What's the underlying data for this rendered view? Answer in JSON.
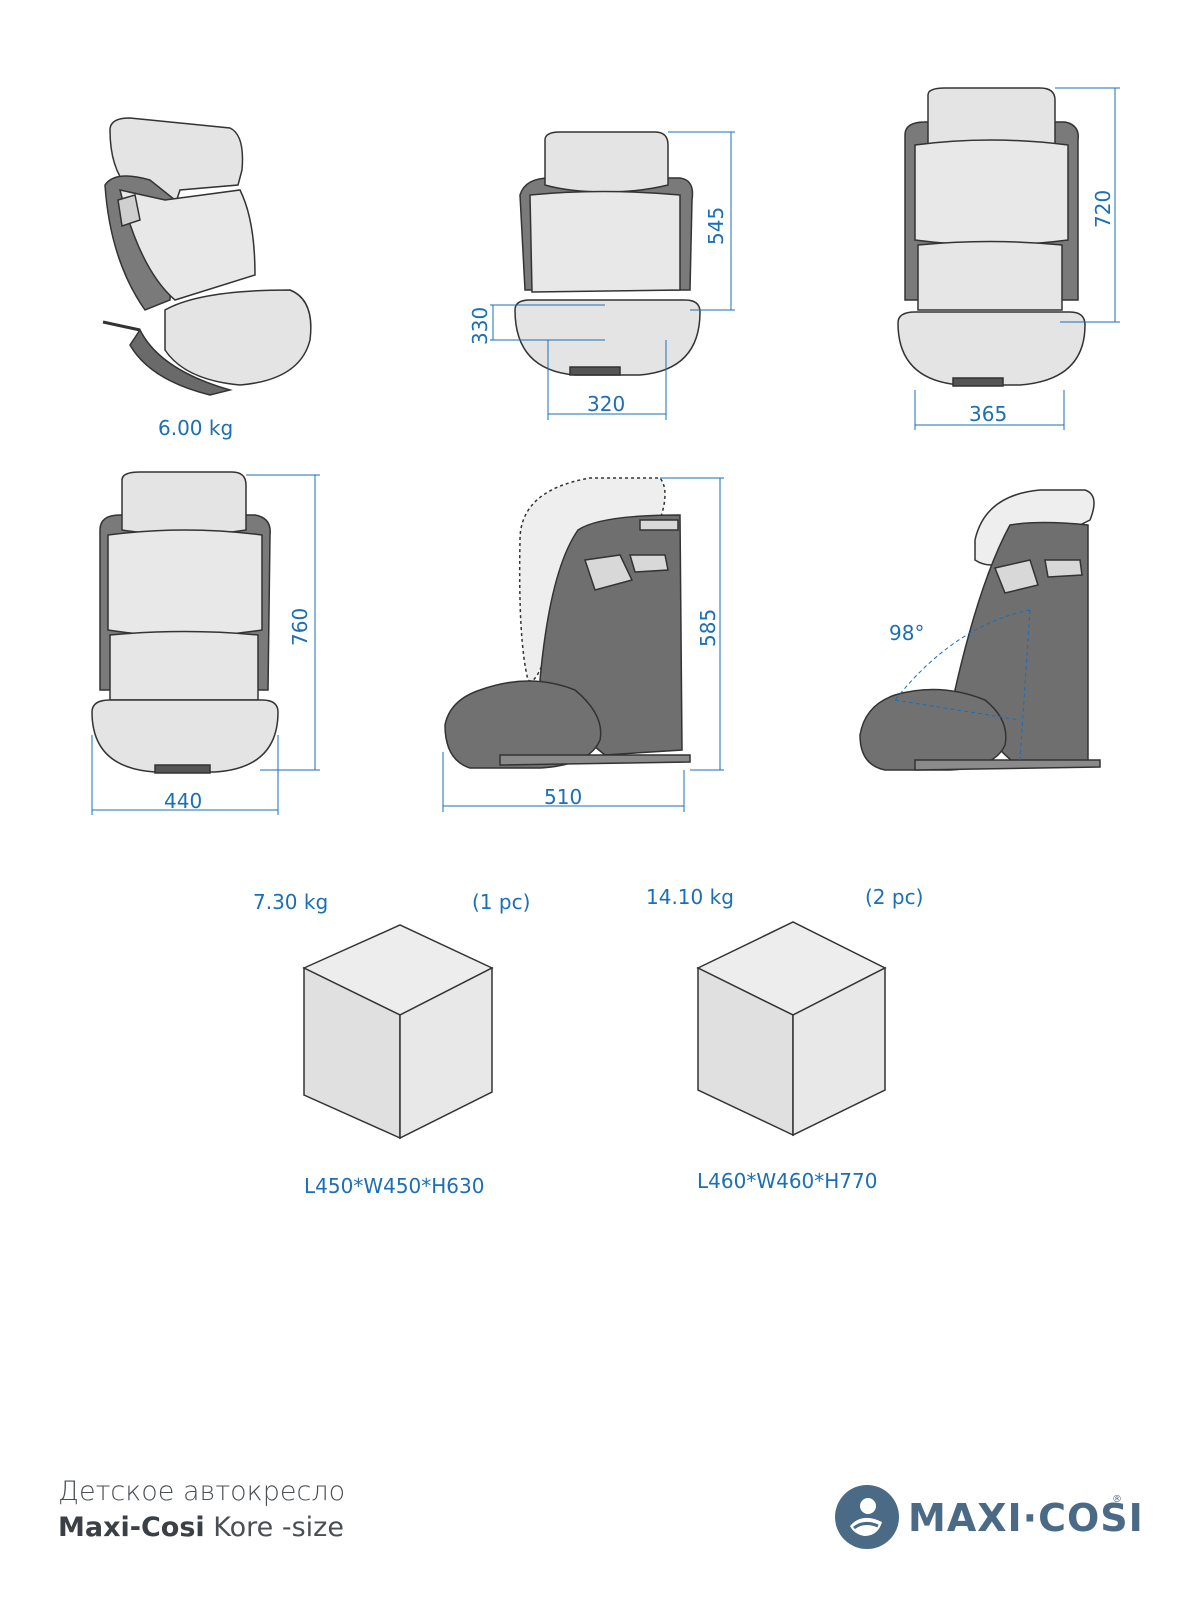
{
  "product_weight": "6.00 kg",
  "dimensions": {
    "front_seat_height": "330",
    "front_seat_width": "320",
    "front_back_height": "545",
    "front_max_width": "365",
    "front_max_height": "720",
    "front_total_height": "760",
    "front_total_width": "440",
    "side_height": "585",
    "side_depth": "510",
    "recline_angle": "98°"
  },
  "packaging": [
    {
      "weight": "7.30 kg",
      "count": "(1 pc)",
      "size": "L450*W450*H630"
    },
    {
      "weight": "14.10 kg",
      "count": "(2 pc)",
      "size": "L460*W460*H770"
    }
  ],
  "footer": {
    "subtitle": "Детское автокресло",
    "brand": "Maxi-Cosi",
    "model": "Kore -size"
  },
  "logo": {
    "text": "MAXI·COSI",
    "icon": "baby-in-circle-icon",
    "color": "#4a6a86"
  },
  "colors": {
    "dimension_blue": "#1b6fb5",
    "seat_light": "#e6e6e6",
    "seat_dark": "#6c6c6c"
  }
}
